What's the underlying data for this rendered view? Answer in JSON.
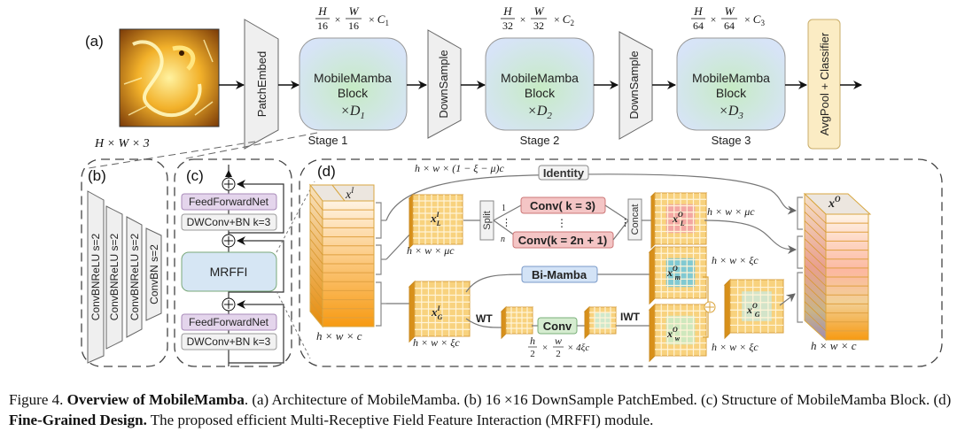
{
  "panel_labels": {
    "a": "(a)",
    "b": "(b)",
    "c": "(c)",
    "d": "(d)"
  },
  "architecture": {
    "input_dims": "H × W × 3",
    "patch_embed": "PatchEmbed",
    "downsample": "DownSample",
    "head": "AvgPool + Classifier",
    "stages": [
      {
        "name": "Stage 1",
        "block_line1": "MobileMamba",
        "block_line2": "Block",
        "repeat": "×D",
        "repeat_sub": "1",
        "dim_h": "H",
        "dim_h_den": "16",
        "dim_w": "W",
        "dim_w_den": "16",
        "dim_c": "C",
        "dim_c_sub": "1"
      },
      {
        "name": "Stage 2",
        "block_line1": "MobileMamba",
        "block_line2": "Block",
        "repeat": "×D",
        "repeat_sub": "2",
        "dim_h": "H",
        "dim_h_den": "32",
        "dim_w": "W",
        "dim_w_den": "32",
        "dim_c": "C",
        "dim_c_sub": "2"
      },
      {
        "name": "Stage 3",
        "block_line1": "MobileMamba",
        "block_line2": "Block",
        "repeat": "×D",
        "repeat_sub": "3",
        "dim_h": "H",
        "dim_h_den": "64",
        "dim_w": "W",
        "dim_w_den": "64",
        "dim_c": "C",
        "dim_c_sub": "3"
      }
    ]
  },
  "patch_embed_detail": {
    "layers": [
      "ConvBNReLU s=2",
      "ConvBNReLU s=2",
      "ConvBNReLU s=2",
      "ConvBN s=2"
    ]
  },
  "block_structure": {
    "ffn": "FeedForwardNet",
    "dwconv": "DWConv+BN k=3",
    "mrffi": "MRFFI",
    "add_symbol": "+"
  },
  "mrffi_detail": {
    "input_label": "x",
    "input_sup": "I",
    "output_label": "x",
    "output_sup": "O",
    "input_dims": "h × w × c",
    "output_dims": "h × w × c",
    "identity": "Identity",
    "identity_dims": "h × w × (1 − ξ − μ)c",
    "local_in": "x",
    "local_in_sup": "I",
    "local_in_sub": "L",
    "local_dims": "h × w × μc",
    "split": "Split",
    "concat": "Concat",
    "branch_first": "1",
    "branch_last": "n",
    "conv_first": "Conv( k = 3)",
    "conv_last": "Conv(k = 2n + 1)",
    "vdots": "⋮",
    "local_out": "x",
    "local_out_sup": "O",
    "local_out_sub": "L",
    "local_out_dims": "h × w × μc",
    "global_in": "x",
    "global_in_sup": "I",
    "global_in_sub": "G",
    "global_dims": "h × w × ξc",
    "bimamba": "Bi-Mamba",
    "wt": "WT",
    "iwt": "IWT",
    "conv": "Conv",
    "wavelet_dims_h": "h",
    "wavelet_dims_w": "w",
    "wavelet_den": "2",
    "wavelet_c": "× 4ξc",
    "mamba_out": "x",
    "mamba_out_sup": "O",
    "mamba_out_sub": "m",
    "mamba_dims": "h × w × ξc",
    "wavelet_out": "x",
    "wavelet_out_sup": "O",
    "wavelet_out_sub": "w",
    "wavelet_out_dims": "h × w × ξc",
    "global_out": "x",
    "global_out_sup": "O",
    "global_out_sub": "G",
    "plus": "⊕"
  },
  "caption": {
    "figure_num": "Figure 4.",
    "title": "Overview of MobileMamba",
    "part_a": ". (a) Architecture of MobileMamba. (b) 16 ×16 DownSample PatchEmbed. (c) Structure of MobileMamba Block. (d) ",
    "fine_grained": "Fine-Grained Design.",
    "rest": " The proposed efficient Multi-Receptive Field Feature Interaction (MRFFI) module."
  },
  "colors": {
    "block_blue": "#d6e4f7",
    "block_green_center": "#c9ecc9",
    "ffn_purple": "#e4d5ec",
    "conv_red": "#f4c5c5",
    "bimamba_blue": "#d3e3f6",
    "wavelet_conv_green": "#d5ecd0",
    "head_yellow": "#fbecc4",
    "cube_orange": "#e6a020"
  }
}
